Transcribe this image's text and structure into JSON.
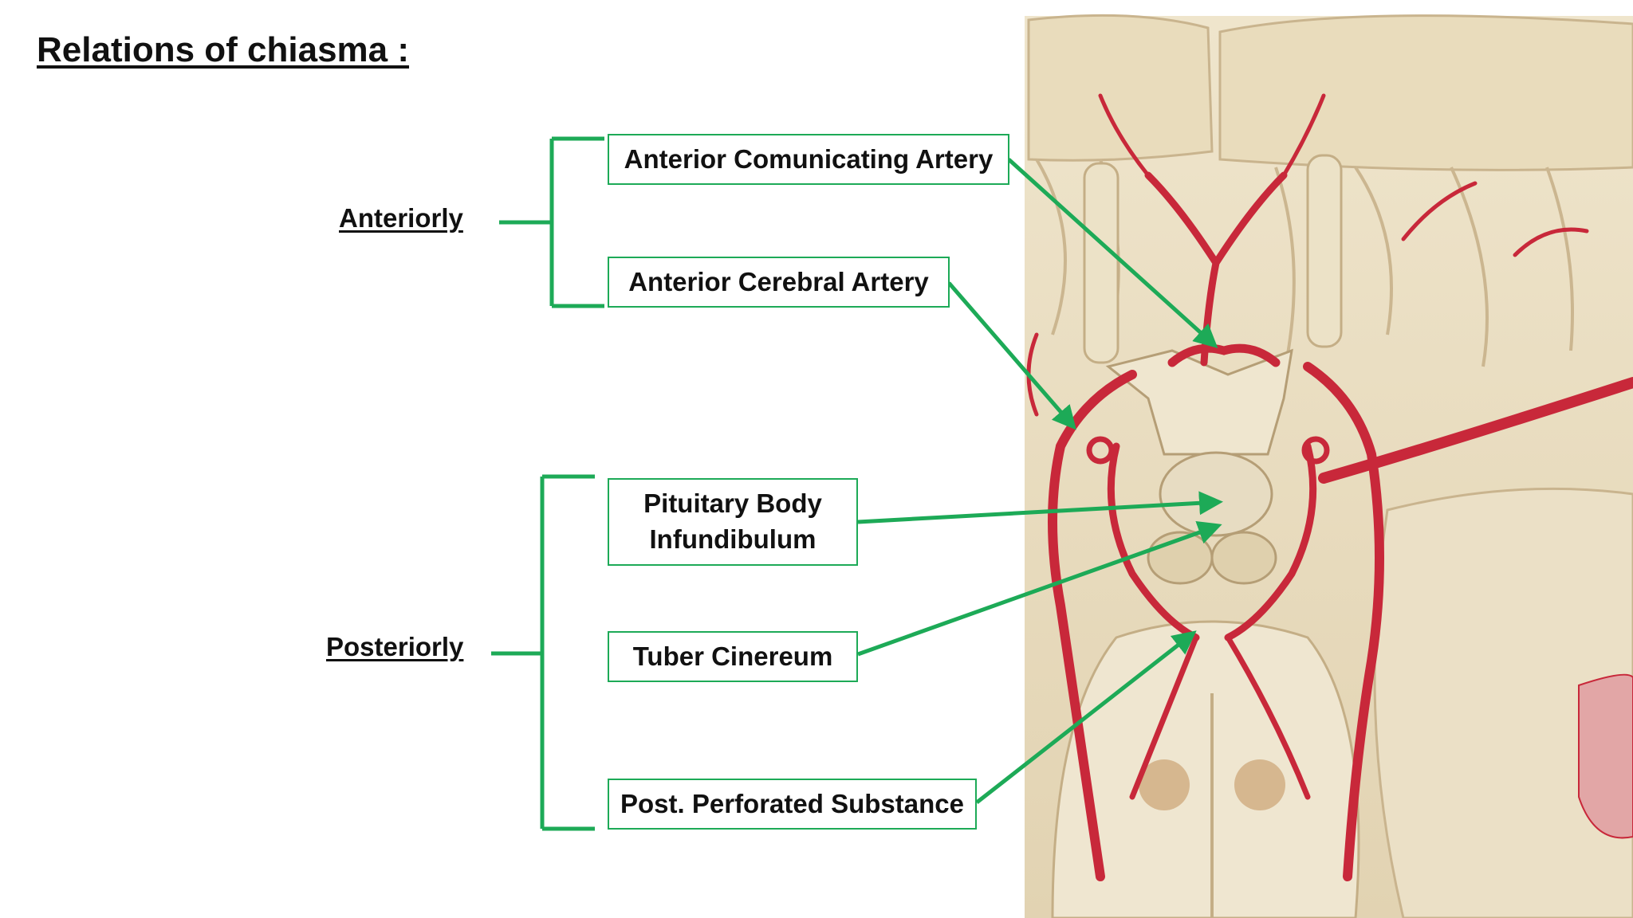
{
  "title": "Relations of chiasma :",
  "groups": {
    "anteriorly": "Anteriorly",
    "posteriorly": "Posteriorly"
  },
  "labels": {
    "acom": "Anterior Comunicating Artery",
    "aca": "Anterior Cerebral Artery",
    "pituitary": [
      "Pituitary Body",
      "Infundibulum"
    ],
    "tuber": "Tuber Cinereum",
    "ppf": "Post. Perforated Substance"
  },
  "colors": {
    "connector": "#1daa57",
    "artery": "#c8283a",
    "brain_tissue": "#e8dcc0",
    "brain_shadow": "#c9b48e"
  }
}
